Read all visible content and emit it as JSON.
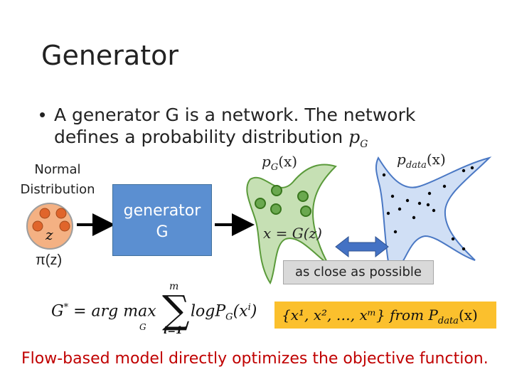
{
  "slide": {
    "title": "Generator",
    "bullet": "A generator G is a network. The network defines a probability distribution",
    "bullet_math": "p",
    "bullet_math_sub": "G"
  },
  "diagram": {
    "normal_distribution_label": "Normal Distribution",
    "z_label": "z",
    "pi_label": "π(z)",
    "generator_label_line1": "generator",
    "generator_label_line2": "G",
    "pg_label": "p",
    "pg_sub": "G",
    "pg_arg": "(x)",
    "pdata_label": "p",
    "pdata_sub": "data",
    "pdata_arg": "(x)",
    "x_equals_g": "x = G(z)",
    "close_label": "as close as possible",
    "formula_lhs": "G",
    "formula_star": "*",
    "formula_argmax": "= arg max",
    "formula_argmax_sub": "G",
    "formula_sum_top": "m",
    "formula_sum_bottom": "i=1",
    "formula_term": "logP",
    "formula_term_sub": "G",
    "formula_term_arg": "(x",
    "formula_term_sup": "i",
    "formula_term_close": ")",
    "samples_text": "{x¹, x², …, xᵐ} from",
    "samples_p": "P",
    "samples_p_sub": "data",
    "samples_p_arg": "(x)"
  },
  "footer": {
    "conclusion": "Flow-based model directly optimizes the objective function."
  },
  "colors": {
    "generator_box": "#5b8fd1",
    "green_shape": "#c6e0b4",
    "blue_shape": "#d0dff5",
    "normal_circle": "#f4b183",
    "sample_box": "#fbc02d",
    "conclusion": "#c00000",
    "arrow_blue": "#4472c4"
  }
}
